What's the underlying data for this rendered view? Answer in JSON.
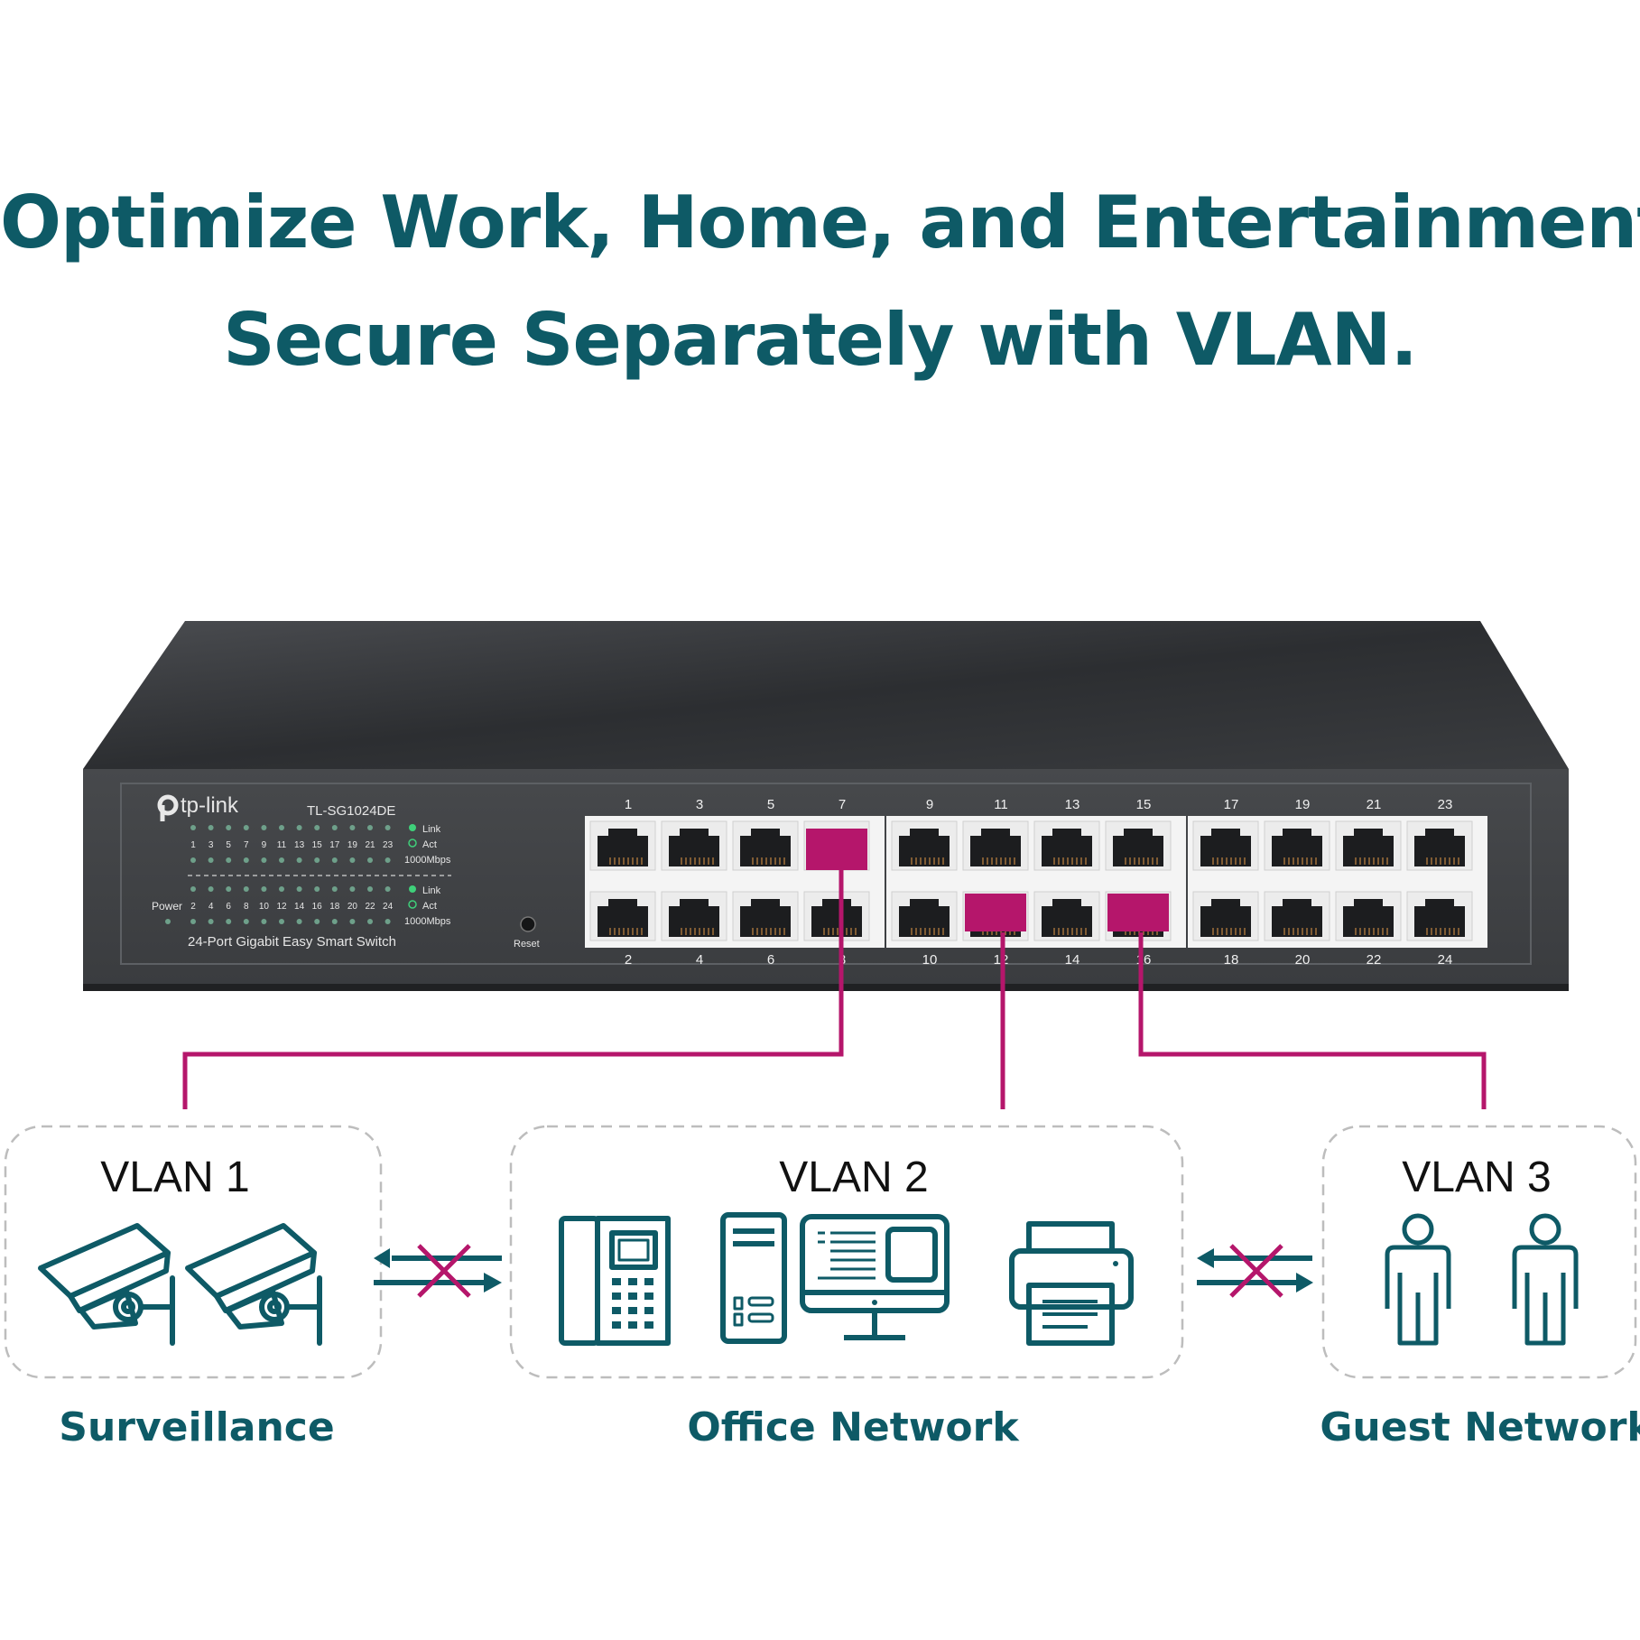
{
  "headline": {
    "line1": "Optimize Work, Home, and Entertainment:",
    "line2": "Secure Separately with VLAN."
  },
  "switch": {
    "brand": "tp-link",
    "model": "TL-SG1024DE",
    "description": "24-Port Gigabit Easy Smart Switch",
    "led_top_numbers": [
      "1",
      "3",
      "5",
      "7",
      "9",
      "11",
      "13",
      "15",
      "17",
      "19",
      "21",
      "23"
    ],
    "led_bottom_numbers": [
      "2",
      "4",
      "6",
      "8",
      "10",
      "12",
      "14",
      "16",
      "18",
      "20",
      "22",
      "24"
    ],
    "power_label": "Power",
    "legend": [
      "Link",
      "Act",
      "1000Mbps"
    ],
    "reset_label": "Reset",
    "port_top_numbers": [
      "1",
      "3",
      "5",
      "7",
      "9",
      "11",
      "13",
      "15",
      "17",
      "19",
      "21",
      "23"
    ],
    "port_bottom_numbers": [
      "2",
      "4",
      "6",
      "8",
      "10",
      "12",
      "14",
      "16",
      "18",
      "20",
      "22",
      "24"
    ],
    "highlighted_ports": [
      "7",
      "12",
      "16"
    ]
  },
  "colors": {
    "teal": "#0e5a66",
    "magenta": "#b5166b",
    "dashed_border": "#bdbdbd",
    "switch_body": "#3b3d40"
  },
  "groups": [
    {
      "vlan": "VLAN 1",
      "name": "Surveillance",
      "icons": [
        "cctv-camera-icon",
        "cctv-camera-icon"
      ]
    },
    {
      "vlan": "VLAN 2",
      "name": "Office Network",
      "icons": [
        "desk-phone-icon",
        "pc-tower-icon",
        "monitor-icon",
        "printer-icon"
      ]
    },
    {
      "vlan": "VLAN 3",
      "name": "Guest Network",
      "icons": [
        "person-icon",
        "person-icon"
      ]
    }
  ],
  "separators": [
    "blocked-traffic-icon",
    "blocked-traffic-icon"
  ]
}
